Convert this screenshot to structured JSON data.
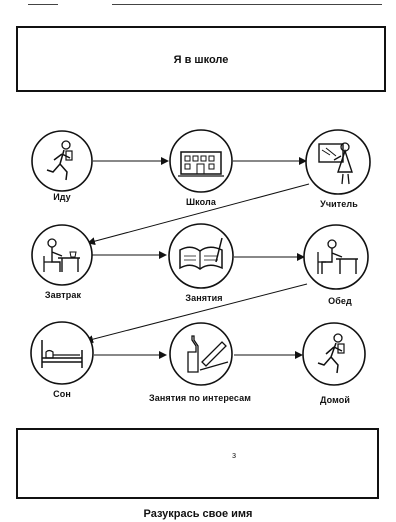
{
  "title": "Я в школе",
  "name_box_mark": "з",
  "caption": "Разукрась свое имя",
  "steps": [
    {
      "label": "Иду",
      "icon": "walking-child-icon"
    },
    {
      "label": "Школа",
      "icon": "school-building-icon"
    },
    {
      "label": "Учитель",
      "icon": "teacher-at-board-icon"
    },
    {
      "label": "Завтрак",
      "icon": "child-eating-icon"
    },
    {
      "label": "Занятия",
      "icon": "open-book-icon"
    },
    {
      "label": "Обед",
      "icon": "child-at-table-icon"
    },
    {
      "label": "Сон",
      "icon": "bed-icon"
    },
    {
      "label": "Занятия по интересам",
      "icon": "paint-and-paper-icon"
    },
    {
      "label": "Домой",
      "icon": "walking-home-icon"
    }
  ],
  "line_color": "#111111"
}
